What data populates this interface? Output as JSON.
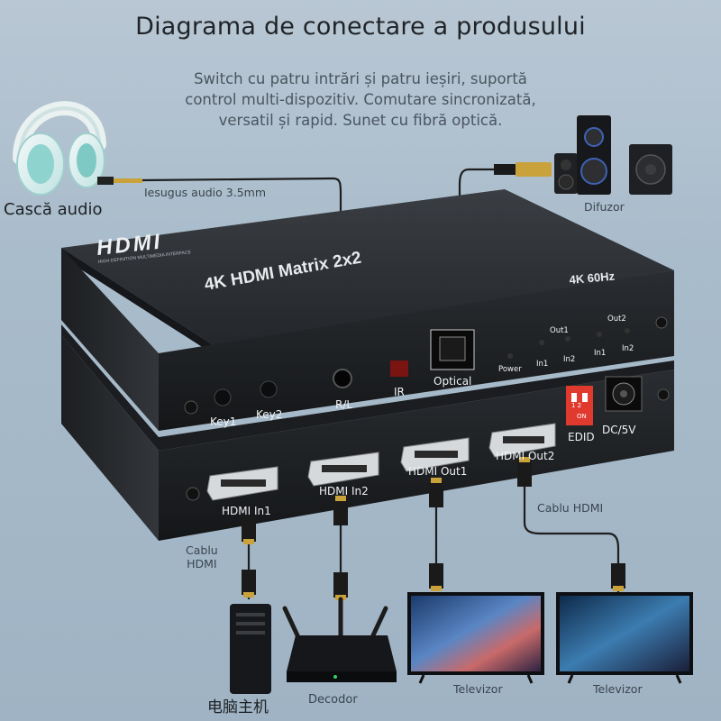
{
  "header": {
    "title": "Diagrama de conectare a produsului",
    "desc_line1": "Switch cu patru intrări și patru ieșiri, suportă",
    "desc_line2": "control multi-dispozitiv. Comutare sincronizată,",
    "desc_line3": "versatil și rapid. Sunet cu fibră optică."
  },
  "peripherals": {
    "headphones_label": "Cască audio",
    "audio_cable_label": "Iesugus audio 3.5mm",
    "speaker_label": "Difuzor",
    "hdmi_cable_left": "Cablu\nHDMI",
    "hdmi_cable_left_1": "Cablu",
    "hdmi_cable_left_2": "HDMI",
    "hdmi_cable_right": "Cablu HDMI",
    "pc_label": "电脑主机",
    "decoder_label": "Decodor",
    "tv1_label": "Televizor",
    "tv2_label": "Televizor"
  },
  "device": {
    "logo": "HDMI",
    "logo_tag": "HIGH-DEFINITION MULTIMEDIA INTERFACE",
    "model": "4K HDMI Matrix 2x2",
    "spec": "4K 60Hz",
    "front": {
      "key1": "Key1",
      "key2": "Key2",
      "rl": "R/L",
      "ir": "IR",
      "optical": "Optical",
      "power": "Power",
      "out1": "Out1",
      "out2": "Out2",
      "in1": "In1",
      "in2": "In2"
    },
    "rear": {
      "hdmi_in1": "HDMI In1",
      "hdmi_in2": "HDMI In2",
      "hdmi_out1": "HDMI Out1",
      "hdmi_out2": "HDMI Out2",
      "edid": "EDID",
      "dc": "DC/5V",
      "dip_labels": "1 2",
      "dip_on": "ON"
    }
  },
  "colors": {
    "device_top": "#2b2e32",
    "device_front": "#1a1c1f",
    "cable": "#1e1e1e",
    "accent_gold": "#c9a23c",
    "edid_red": "#e03a2f"
  }
}
